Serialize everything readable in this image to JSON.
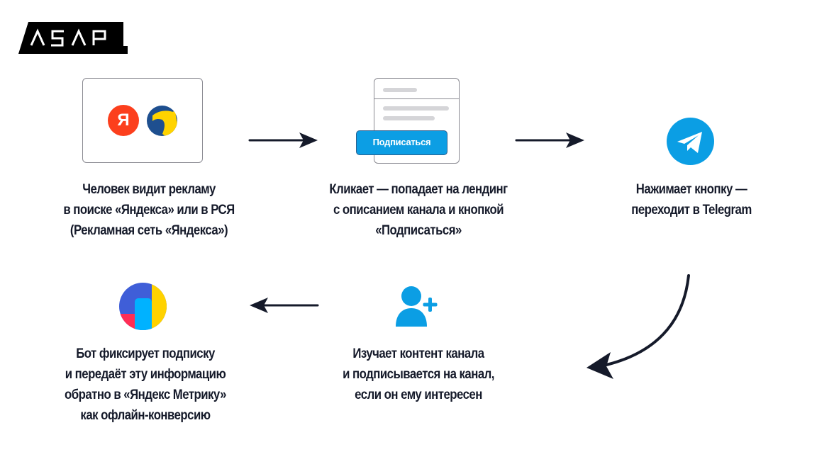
{
  "logo": {
    "text": "ASAP"
  },
  "colors": {
    "text": "#151a2a",
    "arrow": "#151a2a",
    "yandex_red": "#fc3f1d",
    "direct_blue": "#1e4f8f",
    "direct_yellow": "#ffd300",
    "telegram_blue": "#0b9ee4",
    "button_blue": "#0c9ee4",
    "metrika_blue": "#3f5ed8",
    "metrika_red": "#ff2d55",
    "metrika_yellow": "#ffd200",
    "metrika_cyan": "#00b2ff"
  },
  "steps": [
    {
      "id": 1,
      "icons": [
        "yandex-logo-icon",
        "yandex-direct-icon"
      ],
      "yandex_letter": "Я",
      "lines": [
        "Человек видит рекламу",
        "в поиске «Яндекса» или в РСЯ",
        "(Рекламная сеть «Яндекса»)"
      ]
    },
    {
      "id": 2,
      "icons": [
        "landing-page-icon"
      ],
      "button_label": "Подписаться",
      "lines": [
        "Кликает — попадает на лендинг",
        "с описанием канала и кнопкой",
        "«Подписаться»"
      ]
    },
    {
      "id": 3,
      "icons": [
        "telegram-icon"
      ],
      "lines": [
        "Нажимает кнопку —",
        "переходит в Telegram"
      ]
    },
    {
      "id": 4,
      "icons": [
        "user-add-icon"
      ],
      "lines": [
        "Изучает контент канала",
        "и подписывается на канал,",
        "если он ему интересен"
      ]
    },
    {
      "id": 5,
      "icons": [
        "yandex-metrika-icon"
      ],
      "lines": [
        "Бот фиксирует подписку",
        "и передаёт эту информацию",
        "обратно в «Яндекс Метрику»",
        "как офлайн-конверсию"
      ]
    }
  ],
  "arrows": [
    {
      "from": 1,
      "to": 2,
      "direction": "right"
    },
    {
      "from": 2,
      "to": 3,
      "direction": "right"
    },
    {
      "from": 3,
      "to": 4,
      "direction": "curved-down-left"
    },
    {
      "from": 4,
      "to": 5,
      "direction": "left"
    }
  ]
}
